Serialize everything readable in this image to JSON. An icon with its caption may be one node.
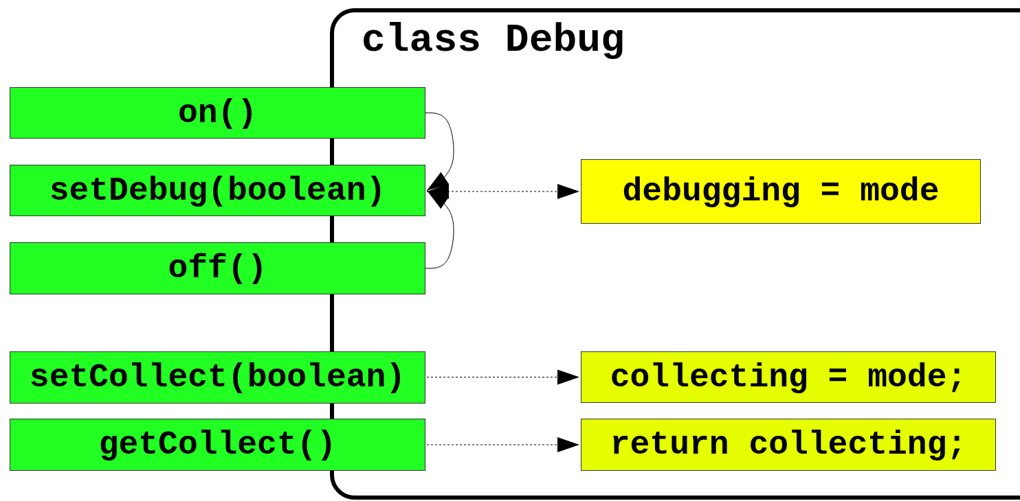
{
  "diagram": {
    "nodes": [
      {
        "text": [
          "class Debug"
        ]
      },
      {
        "text": [
          "on()"
        ]
      },
      {
        "text": [
          "setDebug(boolean)"
        ]
      },
      {
        "text": [
          "off()"
        ]
      },
      {
        "text": [
          "setCollect(boolean)"
        ]
      },
      {
        "text": [
          "getCollect()"
        ]
      },
      {
        "text": [
          "debugging = mode"
        ],
        "in": 0
      },
      {
        "text": [
          "collecting = mode;"
        ],
        "in": 0
      },
      {
        "text": [
          "return collecting;"
        ],
        "in": 0
      }
    ],
    "edges": [
      {
        "from": 1,
        "to": 2,
        "arrow": "to"
      },
      {
        "from": 3,
        "to": 2,
        "arrow": "to"
      },
      {
        "from": 2,
        "to": 6,
        "arrow": "both",
        "style": "dashed"
      },
      {
        "from": 4,
        "to": 7,
        "arrow": "to",
        "style": "dashed"
      },
      {
        "from": 5,
        "to": 8,
        "arrow": "to",
        "style": "dashed"
      }
    ]
  }
}
